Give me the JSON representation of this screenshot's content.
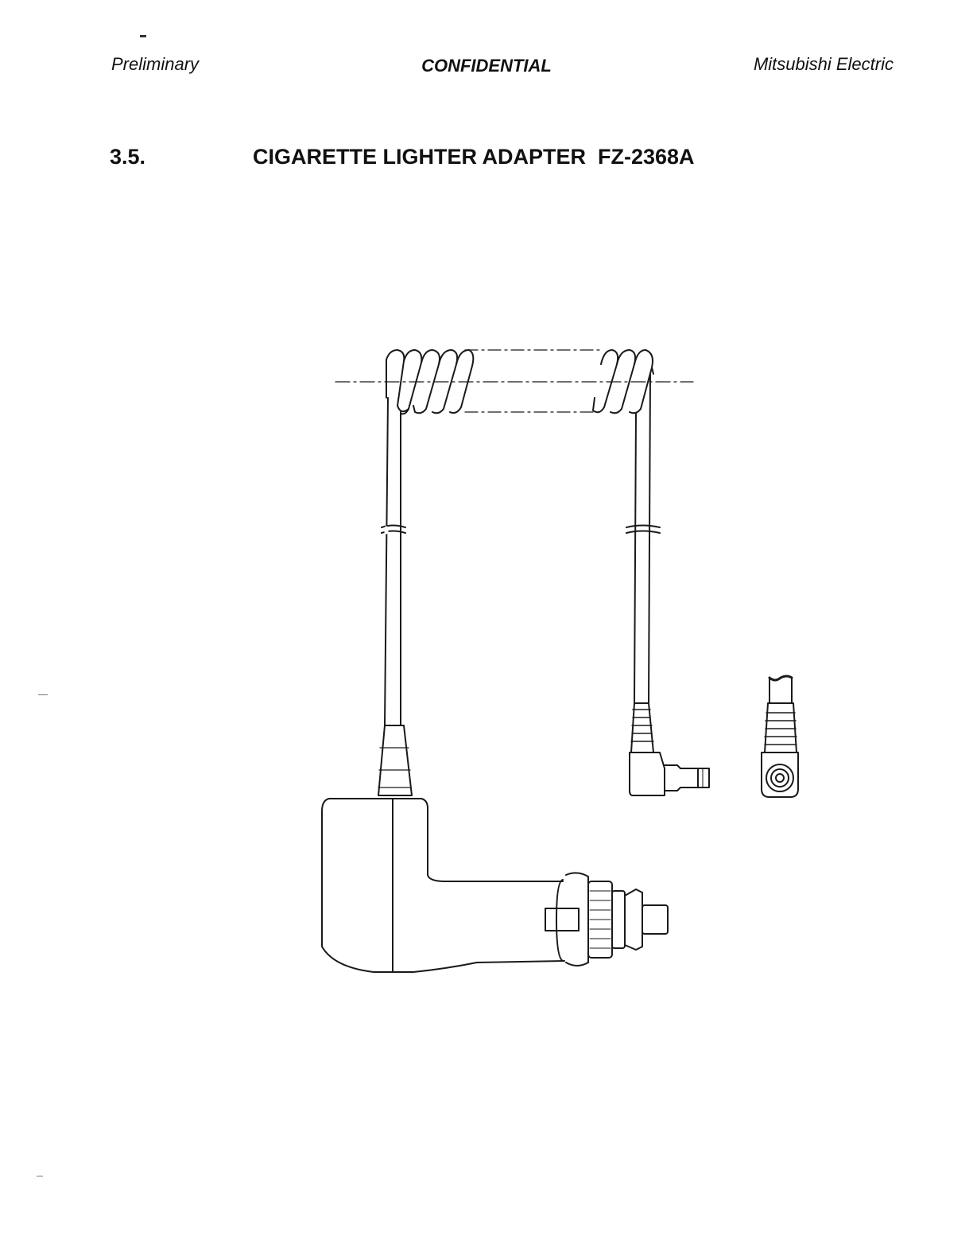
{
  "header": {
    "left": "Preliminary",
    "center": "CONFIDENTIAL",
    "right": "Mitsubishi Electric"
  },
  "section": {
    "number": "3.5.",
    "title": "CIGARETTE LIGHTER ADAPTER  FZ-2368A"
  },
  "figure": {
    "subject": "cigarette-lighter-adapter-with-coiled-cord",
    "parts": [
      "lighter-plug",
      "coiled-cord",
      "right-angle-dc-plug",
      "dc-plug-end-view"
    ]
  }
}
